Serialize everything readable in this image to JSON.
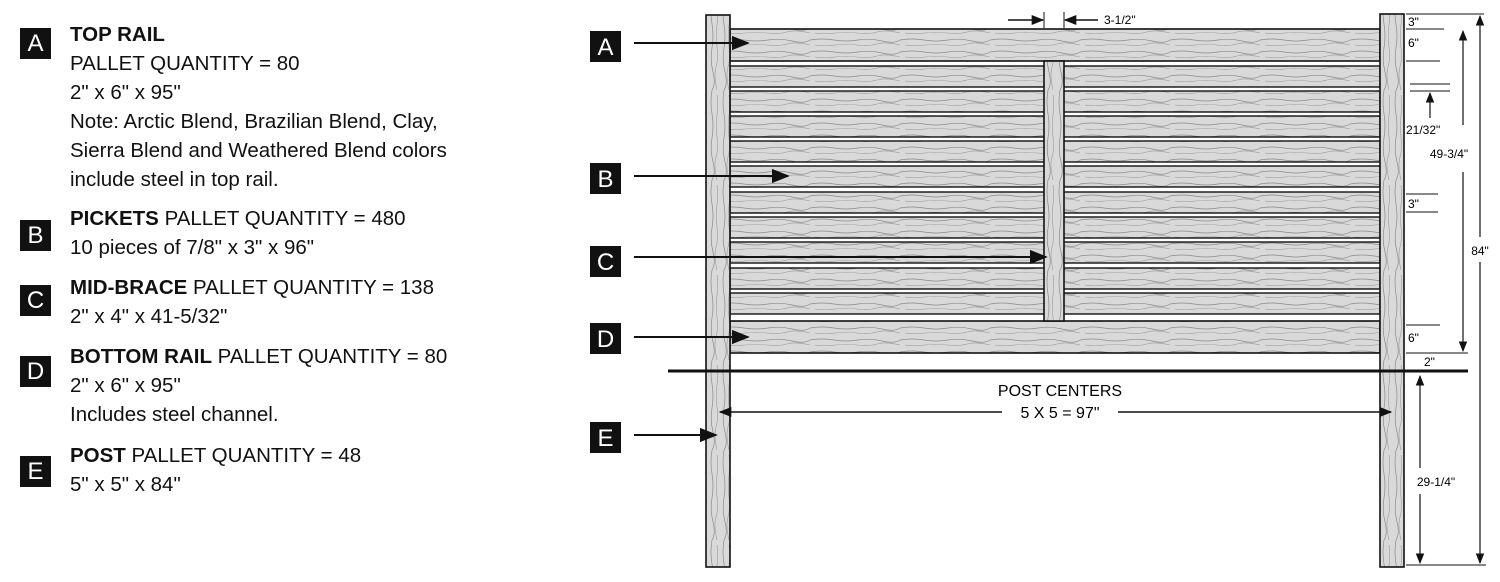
{
  "legend": [
    {
      "letter": "A",
      "name": "TOP RAIL",
      "qty": "PALLET QUANTITY = 80",
      "lines": [
        "2\" x 6\" x 95\"",
        "Note: Arctic Blend, Brazilian Blend, Clay,",
        "Sierra Blend and Weathered Blend colors",
        "include steel in top rail."
      ]
    },
    {
      "letter": "B",
      "name": "PICKETS",
      "qty": "PALLET QUANTITY = 480",
      "lines": [
        "10 pieces of 7/8\" x 3\" x 96\""
      ]
    },
    {
      "letter": "C",
      "name": "MID-BRACE",
      "qty": "PALLET QUANTITY = 138",
      "lines": [
        "2\" x 4\" x 41-5/32\""
      ]
    },
    {
      "letter": "D",
      "name": "BOTTOM RAIL",
      "qty": "PALLET QUANTITY = 80",
      "lines": [
        "2\" x 6\" x 95\"",
        "Includes steel channel."
      ]
    },
    {
      "letter": "E",
      "name": "POST",
      "qty": "PALLET QUANTITY = 48",
      "lines": [
        "5\" x 5\" x 84\""
      ]
    }
  ],
  "diagram": {
    "callouts": [
      "A",
      "B",
      "C",
      "D",
      "E"
    ],
    "dims": {
      "brace_width": "3-1/2\"",
      "top_3": "3\"",
      "rail_6_top": "6\"",
      "gap": "21/32\"",
      "mid_3": "3\"",
      "rail_6_bottom": "6\"",
      "ground_2": "2\"",
      "panel_height": "49-3/4\"",
      "total_height": "84\"",
      "in_ground": "29-1/4\""
    },
    "post_centers_label": "POST CENTERS",
    "post_centers_value": "5 X 5 = 97\""
  },
  "colors": {
    "board": "#d9d9d9",
    "ink": "#111111",
    "grain": "#8a8a8a"
  }
}
